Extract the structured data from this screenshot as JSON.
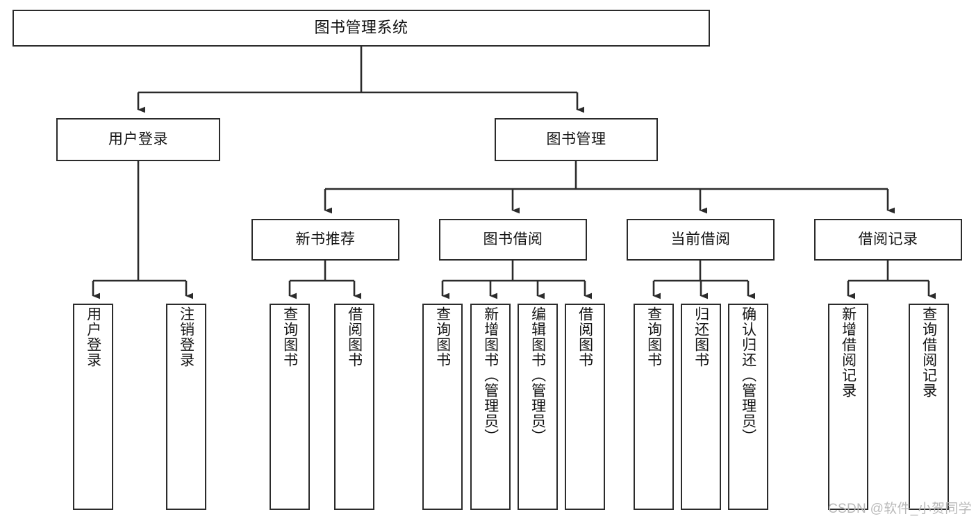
{
  "diagram": {
    "title": "图书管理系统",
    "type": "hierarchy-tree",
    "watermark": "CSDN @软件_小贺同学",
    "colors": {
      "box_border": "#2b2b2b",
      "box_fill": "#ffffff",
      "connector": "#2b2b2b",
      "text": "#141414",
      "watermark": "#b9b9b9"
    },
    "root": {
      "label": "图书管理系统"
    },
    "level2": [
      {
        "label": "用户登录"
      },
      {
        "label": "图书管理"
      }
    ],
    "level3": [
      {
        "label": "新书推荐"
      },
      {
        "label": "图书借阅"
      },
      {
        "label": "当前借阅"
      },
      {
        "label": "借阅记录"
      }
    ],
    "leaves": {
      "user_login": [
        {
          "label": "用户登录"
        },
        {
          "label": "注销登录"
        }
      ],
      "new_book_recommend": [
        {
          "label": "查询图书"
        },
        {
          "label": "借阅图书"
        }
      ],
      "book_borrow": [
        {
          "label": "查询图书"
        },
        {
          "label": "新增图书（管理员）"
        },
        {
          "label": "编辑图书（管理员）"
        },
        {
          "label": "借阅图书"
        }
      ],
      "current_borrow": [
        {
          "label": "查询图书"
        },
        {
          "label": "归还图书"
        },
        {
          "label": "确认归还（管理员）"
        }
      ],
      "borrow_record": [
        {
          "label": "新增借阅记录"
        },
        {
          "label": "查询借阅记录"
        }
      ]
    }
  }
}
